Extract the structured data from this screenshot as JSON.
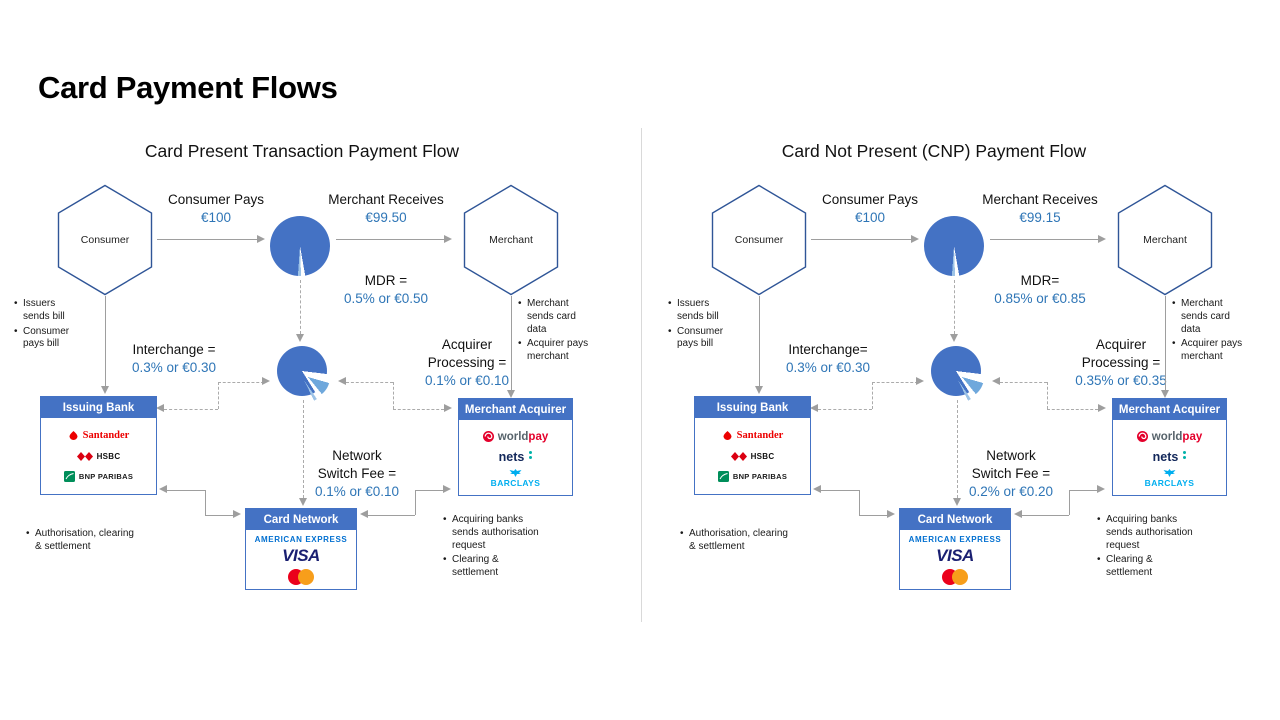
{
  "page": {
    "title": "Card Payment Flows"
  },
  "colors": {
    "accent_blue": "#4472C4",
    "value_blue": "#2E75B6",
    "arrow_gray": "#9E9E9E"
  },
  "brands": {
    "santander": "Santander",
    "hsbc": "HSBC",
    "bnp": "BNP PARIBAS",
    "world": "world",
    "pay": "pay",
    "nets": "nets",
    "barclays": "BARCLAYS",
    "amex": "AMERICAN EXPRESS",
    "visa": "VISA"
  },
  "diagrams": [
    {
      "title": "Card Present Transaction Payment Flow",
      "consumer": "Consumer",
      "merchant": "Merchant",
      "consumer_pays_label": "Consumer Pays",
      "consumer_pays_value": "€100",
      "merchant_receives_label": "Merchant Receives",
      "merchant_receives_value": "€99.50",
      "mdr_label": "MDR =",
      "mdr_value": "0.5% or €0.50",
      "interchange_label": "Interchange =",
      "interchange_value": "0.3% or €0.30",
      "acquirer_processing_label_1": "Acquirer",
      "acquirer_processing_label_2": "Processing =",
      "acquirer_processing_value": "0.1% or €0.10",
      "network_switch_label_1": "Network",
      "network_switch_label_2": "Switch Fee =",
      "network_switch_value": "0.1% or €0.10",
      "issuing_bank_title": "Issuing Bank",
      "merchant_acquirer_title": "Merchant Acquirer",
      "card_network_title": "Card Network",
      "notes_issuer": [
        "Issuers sends bill",
        "Consumer pays bill"
      ],
      "notes_merchant": [
        "Merchant sends card data",
        "Acquirer pays merchant"
      ],
      "notes_bottom_left": [
        "Authorisation, clearing & settlement"
      ],
      "notes_bottom_right": [
        "Acquiring banks sends authorisation request",
        "Clearing & settlement"
      ]
    },
    {
      "title": "Card Not Present (CNP) Payment Flow",
      "consumer": "Consumer",
      "merchant": "Merchant",
      "consumer_pays_label": "Consumer Pays",
      "consumer_pays_value": "€100",
      "merchant_receives_label": "Merchant Receives",
      "merchant_receives_value": "€99.15",
      "mdr_label": "MDR=",
      "mdr_value": "0.85% or €0.85",
      "interchange_label": "Interchange=",
      "interchange_value": "0.3% or €0.30",
      "acquirer_processing_label_1": "Acquirer",
      "acquirer_processing_label_2": "Processing =",
      "acquirer_processing_value": "0.35% or €0.35",
      "network_switch_label_1": "Network",
      "network_switch_label_2": "Switch Fee =",
      "network_switch_value": "0.2% or €0.20",
      "issuing_bank_title": "Issuing Bank",
      "merchant_acquirer_title": "Merchant Acquirer",
      "card_network_title": "Card Network",
      "notes_issuer": [
        "Issuers sends bill",
        "Consumer pays bill"
      ],
      "notes_merchant": [
        "Merchant sends card data",
        "Acquirer pays merchant"
      ],
      "notes_bottom_left": [
        "Authorisation, clearing & settlement"
      ],
      "notes_bottom_right": [
        "Acquiring banks sends authorisation request",
        "Clearing & settlement"
      ]
    }
  ]
}
